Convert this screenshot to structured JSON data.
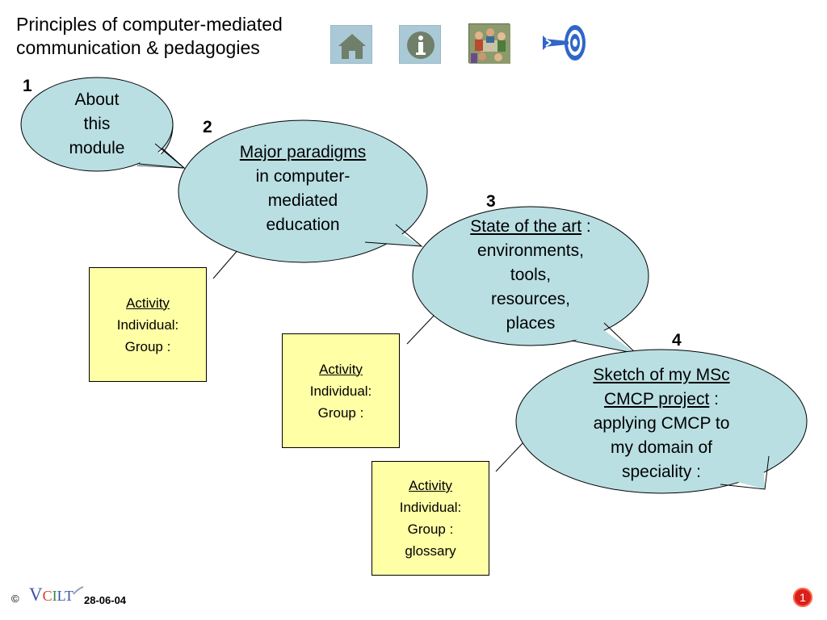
{
  "slide": {
    "title_line1": "Principles of computer-mediated",
    "title_line2": "communication & pedagogies"
  },
  "nav": [
    {
      "name": "home-button",
      "icon": "home-icon"
    },
    {
      "name": "info-button",
      "icon": "info-icon"
    },
    {
      "name": "group-photo-button",
      "icon": "group-photo-icon"
    },
    {
      "name": "target-button",
      "icon": "target-icon"
    }
  ],
  "bubbles": [
    {
      "number": "1",
      "lines": [
        "About",
        "this",
        "module"
      ]
    },
    {
      "number": "2",
      "link": "Major paradigms",
      "lines": [
        "in computer-",
        "mediated",
        "education"
      ]
    },
    {
      "number": "3",
      "link": "State of the art",
      "link_suffix": " :",
      "lines": [
        "environments,",
        "tools,",
        "resources,",
        "places"
      ]
    },
    {
      "number": "4",
      "link": "Sketch of my MSc",
      "link2": "CMCP project",
      "link2_suffix": " :",
      "lines": [
        "applying CMCP to",
        "my domain of",
        "speciality :"
      ]
    }
  ],
  "activities": [
    {
      "title": "Activity",
      "individual": "Individual:",
      "group": "Group :"
    },
    {
      "title": "Activity",
      "individual": "Individual:",
      "group": "Group :"
    },
    {
      "title": "Activity",
      "individual": "Individual:",
      "group": "Group :",
      "extra": "glossary"
    }
  ],
  "footer": {
    "copyright": "©",
    "logo_v": "V",
    "logo_c": "C",
    "logo_i": "I",
    "logo_l": "L",
    "logo_t": "T",
    "date": "28-06-04",
    "page_number": "1"
  },
  "colors": {
    "bubble_fill": "#b9dfe3",
    "activity_fill": "#ffffa6",
    "nav_button": "#a9c9d6",
    "page_badge": "#d9201a"
  }
}
